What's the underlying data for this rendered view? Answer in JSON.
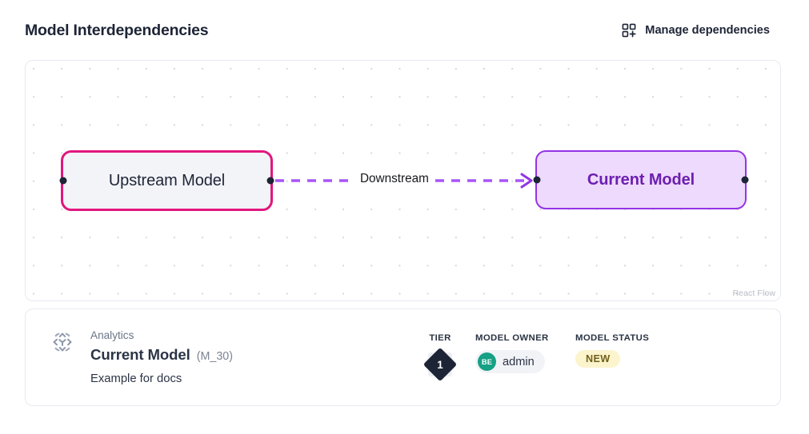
{
  "header": {
    "title": "Model Interdependencies",
    "manage_button_label": "Manage dependencies",
    "manage_button_icon": "grid-plus-icon"
  },
  "flow": {
    "attribution": "React Flow",
    "nodes": [
      {
        "id": "upstream",
        "label": "Upstream Model",
        "border_color": "#e2167e",
        "fill_color": "#f2f4f8",
        "text_color": "#1d2436"
      },
      {
        "id": "current",
        "label": "Current Model",
        "border_color": "#9334e5",
        "fill_color": "#eedafc",
        "text_color": "#6c1fb0"
      }
    ],
    "edges": [
      {
        "id": "upstream-to-current",
        "label": "Downstream",
        "source": "upstream",
        "target": "current",
        "color": "#a855f7",
        "style": "dashed",
        "arrow": "open-arrow-right"
      }
    ]
  },
  "detail": {
    "icon": "network-hierarchy-icon",
    "domain": "Analytics",
    "name": "Current Model",
    "code": "(M_30)",
    "description": "Example for docs",
    "tier": {
      "label": "TIER",
      "value": "1"
    },
    "owner": {
      "label": "MODEL OWNER",
      "initials": "BE",
      "name": "admin",
      "avatar_color": "#16a085"
    },
    "status": {
      "label": "MODEL STATUS",
      "value": "NEW",
      "pill_background": "#fcf4cd",
      "pill_text_color": "#70601b"
    }
  }
}
